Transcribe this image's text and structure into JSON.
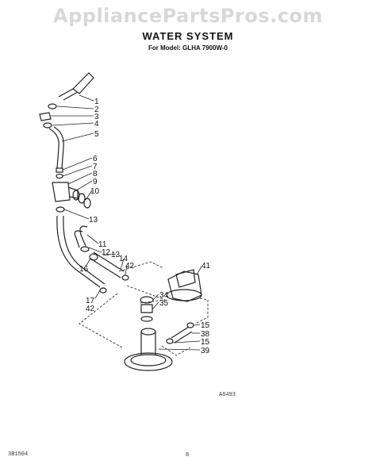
{
  "watermark": "AppliancePartsPros.com",
  "header": {
    "title": "WATER SYSTEM",
    "model_line": "For Model: GLHA 7900W-0"
  },
  "callouts": [
    "1",
    "2",
    "3",
    "4",
    "5",
    "6",
    "7",
    "8",
    "9",
    "10",
    "13",
    "11",
    "12",
    "13",
    "14",
    "42",
    "16",
    "41",
    "34",
    "35",
    "17",
    "42",
    "15",
    "38",
    "15",
    "39"
  ],
  "diagram_code": "A6493",
  "footer": {
    "left_code": "3B1504",
    "page": "8"
  }
}
